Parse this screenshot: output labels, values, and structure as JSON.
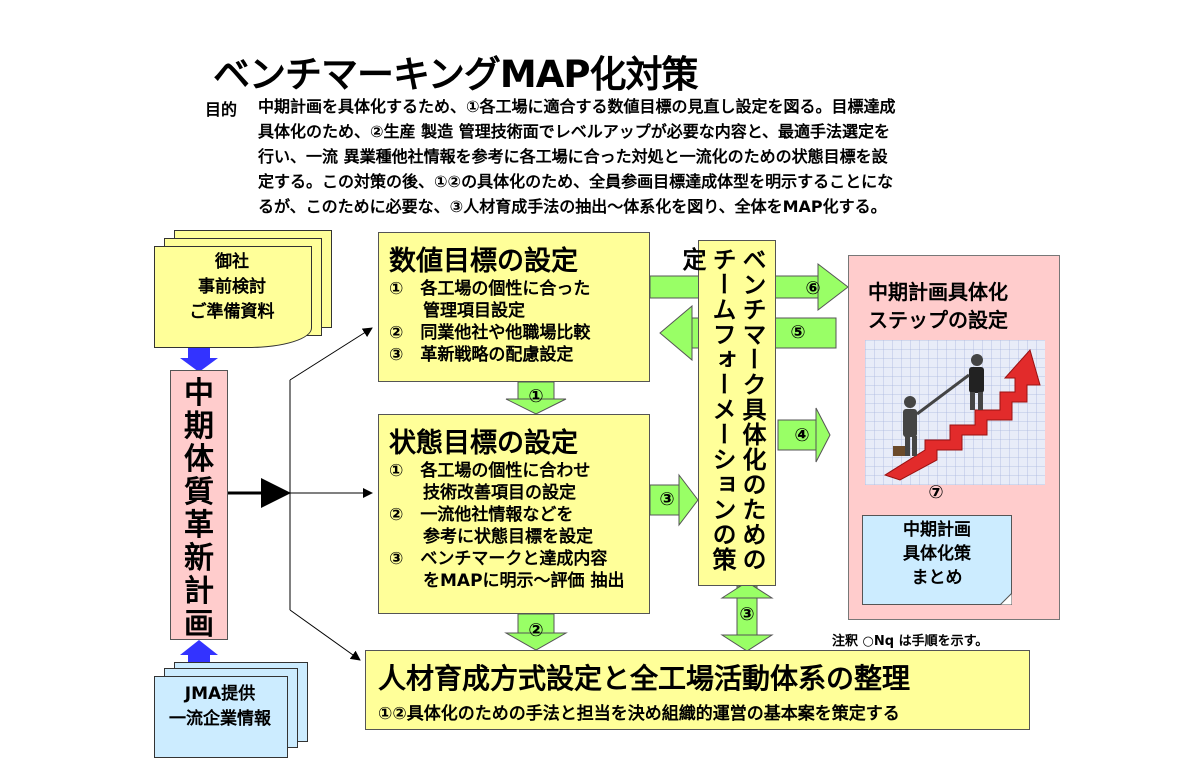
{
  "title": "ベンチマーキングMAP化対策",
  "purpose": {
    "label": "目的",
    "lines": [
      "中期計画を具体化するため、①各工場に適合する数値目標の見直し設定を図る。目標達成",
      "具体化のため、②生産 製造 管理技術面でレベルアップが必要な内容と、最適手法選定を",
      "行い、一流 異業種他社情報を参考に各工場に合った対処と一流化のための状態目標を設",
      "定する。この対策の後、①②の具体化のため、全員参画目標達成体型を明示することにな",
      "るが、このために必要な、③人材育成手法の抽出〜体系化を図り、全体をMAP化する。"
    ]
  },
  "doc_company": {
    "lines": [
      "御社",
      "事前検討",
      "ご準備資料"
    ]
  },
  "doc_jma": {
    "lines": [
      "JMA提供",
      "一流企業情報"
    ]
  },
  "mid_term_bar": "中期体質革新計画",
  "numeric_box": {
    "title": "数値目標の設定",
    "lines": [
      "①　各工場の個性に合った",
      "　　管理項目設定",
      "②　同業他社や他職場比較",
      "③　革新戦略の配慮設定"
    ]
  },
  "state_box": {
    "title": "状態目標の設定",
    "lines": [
      "①　各工場の個性に合わせ",
      "　　技術改善項目の設定",
      "②　一流他社情報などを",
      "　　参考に状態目標を設定",
      "③　ベンチマークと達成内容",
      "　　をMAPに明示〜評価 抽出"
    ]
  },
  "team_box": "ベンチマーク具体化のためのチームフォーメーションの策定",
  "hr_box": {
    "title": "人材育成方式設定と全工場活動体系の整理",
    "subtitle": "①②具体化のための手法と担当を決め組織的運営の基本案を策定する"
  },
  "pink_panel": {
    "lines": [
      "中期計画具体化",
      "ステップの設定"
    ]
  },
  "summary_box": {
    "lines": [
      "中期計画",
      "具体化策",
      "まとめ"
    ]
  },
  "note": "注釈 ○Nq は手順を示す。",
  "arrow_labels": {
    "a1": "①",
    "a2": "②",
    "a3a": "③",
    "a3b": "③",
    "a4": "④",
    "a5": "⑤",
    "a6": "⑥",
    "a7": "⑦"
  },
  "colors": {
    "box_yellow": "#ffff99",
    "panel_pink": "#ffcccc",
    "doc_blue": "#ccecff",
    "arrow_green": "#99ff66",
    "arrow_blue": "#3333ff"
  }
}
